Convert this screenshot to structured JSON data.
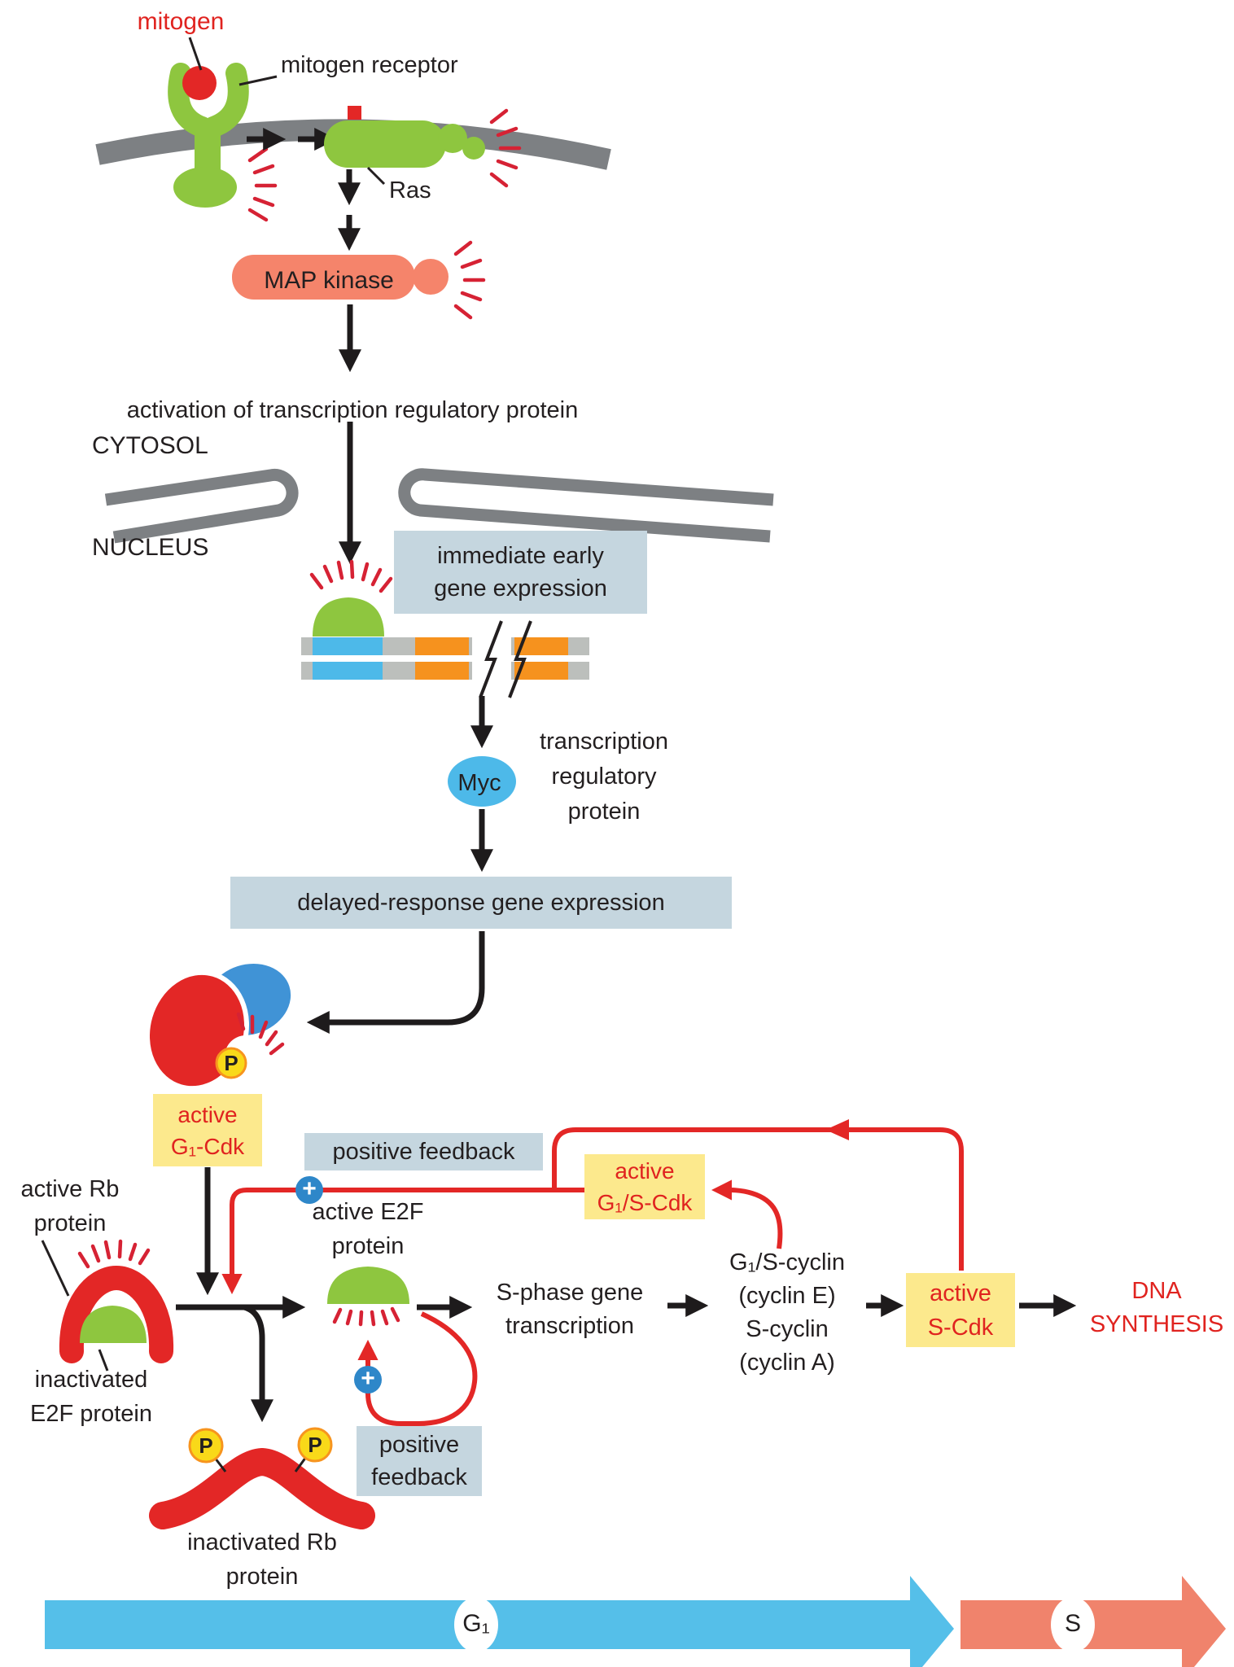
{
  "diagram_title": "mitogen stimulation of cell-cycle entry (G1 to S)",
  "colors": {
    "red": "#e32726",
    "red_text": "#e0231f",
    "tick_red": "#d62234",
    "green": "#8ec63f",
    "salmon": "#f5846b",
    "gray_membrane": "#7d8083",
    "dna_gray": "#bcbfbc",
    "dna_blue": "#4db9e9",
    "dna_orange": "#f6921e",
    "myc_blue": "#4db9e9",
    "cdk_blue": "#4093d6",
    "plus_blue": "#2e87c9",
    "label_box_bluegray": "#c5d6df",
    "label_box_yellow": "#fce98d",
    "phosphate_yellow": "#f9d919",
    "phosphate_ring": "#f7941e",
    "g1_arrow_blue": "#55bfe9",
    "s_arrow_salmon": "#f0836c"
  },
  "labels": {
    "mitogen": "mitogen",
    "mitogen_receptor": "mitogen receptor",
    "ras": "Ras",
    "map_kinase": "MAP kinase",
    "activation": "activation of transcription regulatory protein",
    "cytosol": "CYTOSOL",
    "nucleus": "NUCLEUS",
    "immediate_early": "immediate early\ngene expression",
    "transcription_regulatory_protein": "transcription\nregulatory\nprotein",
    "myc": "Myc",
    "delayed_response": "delayed-response gene expression",
    "active_g1_cdk": "active\nG₁-Cdk",
    "active_rb": "active Rb\nprotein",
    "inactivated_e2f": "inactivated\nE2F protein",
    "positive_feedback_top": "positive feedback",
    "active_e2f": "active E2F\nprotein",
    "s_phase_gene": "S-phase gene\ntranscription",
    "cyclins": "G₁/S-cyclin\n(cyclin E)\nS-cyclin\n(cyclin A)",
    "active_g1s_cdk": "active\nG₁/S-Cdk",
    "active_s_cdk": "active\nS-Cdk",
    "dna_synthesis": "DNA\nSYNTHESIS",
    "positive_feedback_bottom": "positive\nfeedback",
    "inactivated_rb": "inactivated Rb\nprotein",
    "phosphate": "P",
    "plus": "+",
    "phase_g1": "G₁",
    "phase_s": "S"
  }
}
